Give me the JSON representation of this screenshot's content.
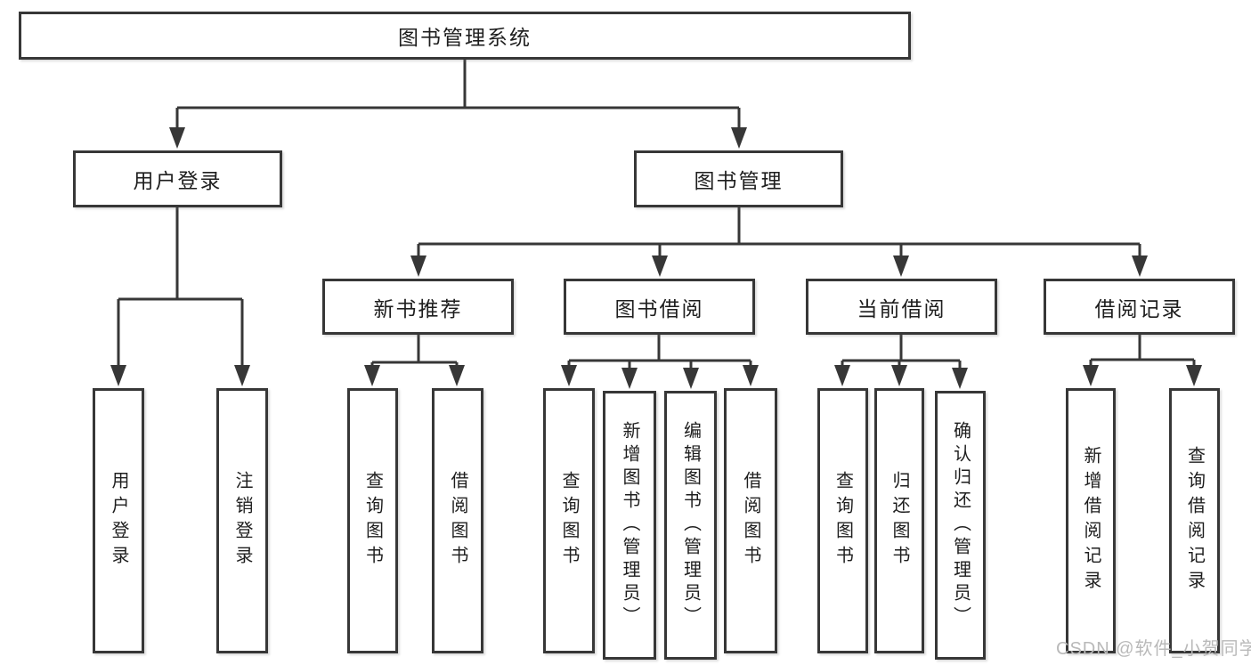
{
  "diagram": {
    "type": "hierarchy-tree",
    "root": {
      "label": "图书管理系统"
    },
    "level2": [
      {
        "id": "user-login",
        "label": "用户登录",
        "parent": "图书管理系统"
      },
      {
        "id": "book-management",
        "label": "图书管理",
        "parent": "图书管理系统"
      }
    ],
    "level3": [
      {
        "id": "new-book-recommend",
        "label": "新书推荐",
        "parent": "图书管理"
      },
      {
        "id": "book-borrowing",
        "label": "图书借阅",
        "parent": "图书管理"
      },
      {
        "id": "current-borrowing",
        "label": "当前借阅",
        "parent": "图书管理"
      },
      {
        "id": "borrowing-records",
        "label": "借阅记录",
        "parent": "图书管理"
      }
    ],
    "leaves": [
      {
        "label": "用户登录",
        "parent": "用户登录"
      },
      {
        "label": "注销登录",
        "parent": "用户登录"
      },
      {
        "label": "查询图书",
        "parent": "新书推荐"
      },
      {
        "label": "借阅图书",
        "parent": "新书推荐"
      },
      {
        "label": "查询图书",
        "parent": "图书借阅"
      },
      {
        "label": "新增图书（管理员）",
        "parent": "图书借阅"
      },
      {
        "label": "编辑图书（管理员）",
        "parent": "图书借阅"
      },
      {
        "label": "借阅图书",
        "parent": "图书借阅"
      },
      {
        "label": "查询图书",
        "parent": "当前借阅"
      },
      {
        "label": "归还图书",
        "parent": "当前借阅"
      },
      {
        "label": "确认归还（管理员）",
        "parent": "当前借阅"
      },
      {
        "label": "新增借阅记录",
        "parent": "借阅记录"
      },
      {
        "label": "查询借阅记录",
        "parent": "借阅记录"
      }
    ]
  },
  "watermark": {
    "text": "CSDN @软件_小贺同学"
  },
  "colors": {
    "line": "#373737",
    "box_border": "#373737",
    "box_fill": "#ffffff",
    "text": "#1e1e1e",
    "watermark": "#b9b9b9",
    "background": "#ffffff"
  }
}
